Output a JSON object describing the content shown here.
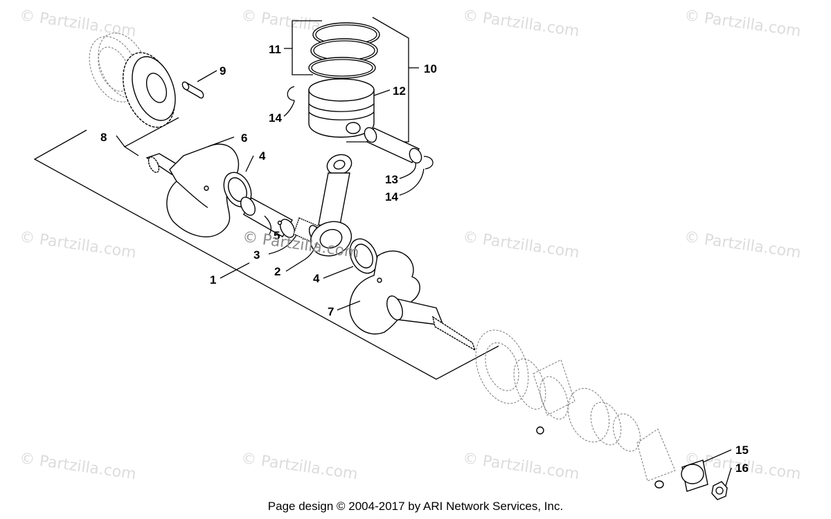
{
  "watermark": {
    "text": "© Partzilla.com",
    "center_text": "© Partzilla.com"
  },
  "callouts": {
    "c1": "1",
    "c2": "2",
    "c3": "3",
    "c4a": "4",
    "c4b": "4",
    "c5": "5",
    "c6": "6",
    "c7": "7",
    "c8": "8",
    "c9": "9",
    "c10": "10",
    "c11": "11",
    "c12": "12",
    "c13": "13",
    "c14a": "14",
    "c14b": "14",
    "c15": "15",
    "c16": "16"
  },
  "footer": {
    "text": "Page design © 2004-2017 by ARI Network Services, Inc."
  }
}
